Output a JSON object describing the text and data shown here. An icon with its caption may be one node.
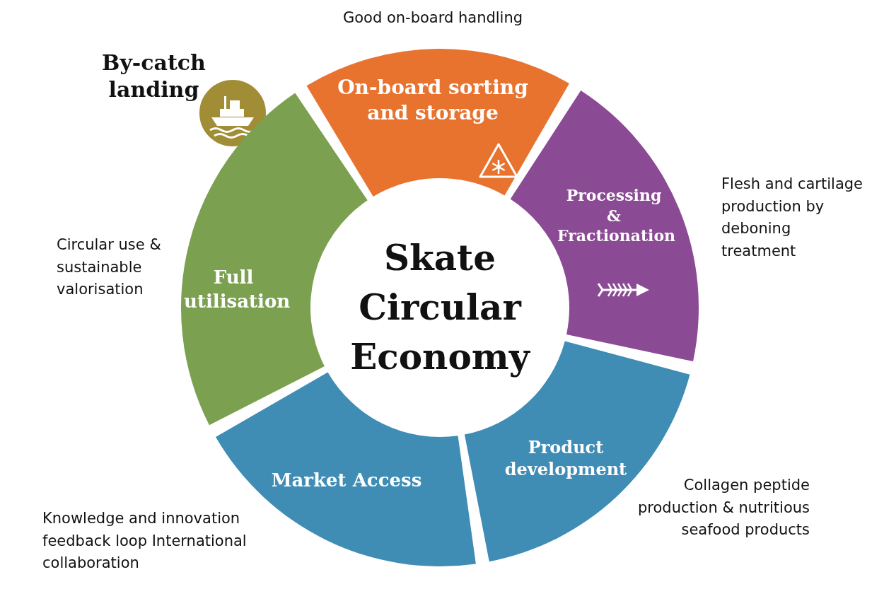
{
  "diagram": {
    "nodes": [
      {
        "text": [
          "Skate Circular Economy"
        ]
      },
      {
        "text": [
          "By-catch landing"
        ]
      },
      {
        "text": [
          "On-board sorting and storage"
        ],
        "beside": [
          "Good on-board handling"
        ]
      },
      {
        "text": [
          "Processing & Fractionation"
        ],
        "beside": [
          "Flesh and cartilage production by deboning treatment"
        ]
      },
      {
        "text": [
          "Product development"
        ],
        "beside": [
          "Collagen peptide production & nutritious seafood products"
        ]
      },
      {
        "text": [
          "Market Access"
        ],
        "beside": [
          "Knowledge and innovation feedback loop International collaboration"
        ]
      },
      {
        "text": [
          "Full utilisation"
        ],
        "beside": [
          "Circular use & sustainable valorisation"
        ]
      }
    ]
  }
}
